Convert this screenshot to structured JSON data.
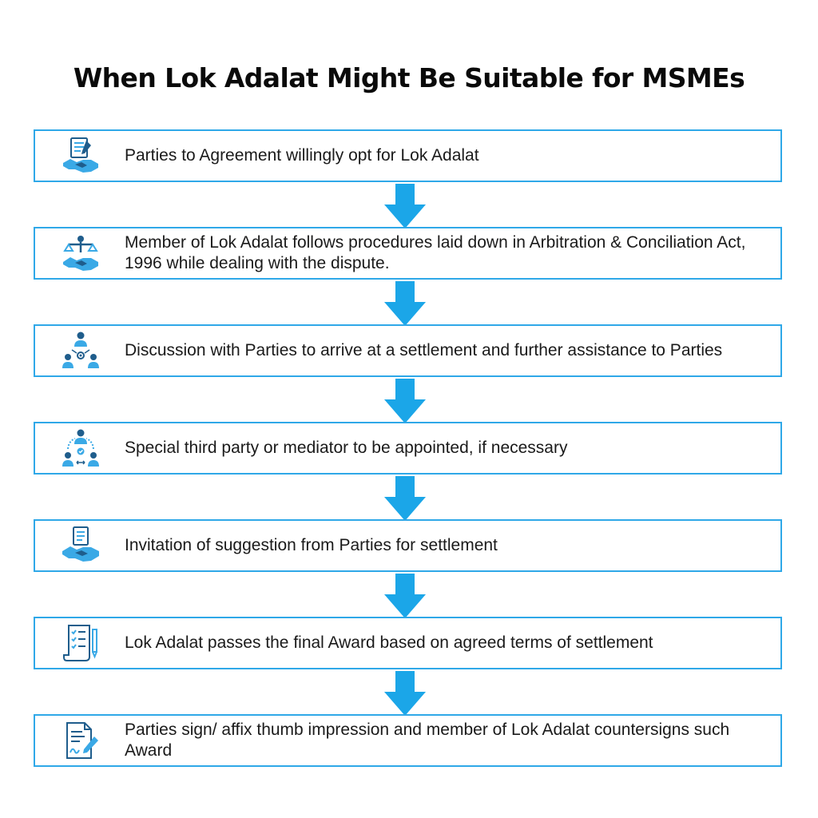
{
  "title": "When Lok Adalat Might Be Suitable for MSMEs",
  "colors": {
    "accent": "#2fa8e8",
    "icon_dark": "#1f5d8c",
    "icon_light": "#3aa9e6",
    "text": "#1a1a1a"
  },
  "steps": [
    {
      "text": "Parties to Agreement willingly opt for Lok Adalat",
      "icon": "agreement-handshake-icon"
    },
    {
      "text": "Member of Lok Adalat follows procedures laid down in Arbitration & Conciliation Act, 1996 while dealing with the dispute.",
      "icon": "justice-scale-handshake-icon"
    },
    {
      "text": "Discussion with Parties to arrive at a settlement and further assistance to Parties",
      "icon": "team-discussion-icon"
    },
    {
      "text": "Special third party or mediator to be appointed, if necessary",
      "icon": "mediator-icon"
    },
    {
      "text": "Invitation of suggestion from Parties for settlement",
      "icon": "document-handshake-icon"
    },
    {
      "text": "Lok Adalat passes the final Award based on agreed terms of settlement",
      "icon": "checklist-scroll-icon"
    },
    {
      "text": "Parties sign/ affix thumb impression and member of Lok Adalat countersigns such Award",
      "icon": "signed-document-icon"
    }
  ]
}
